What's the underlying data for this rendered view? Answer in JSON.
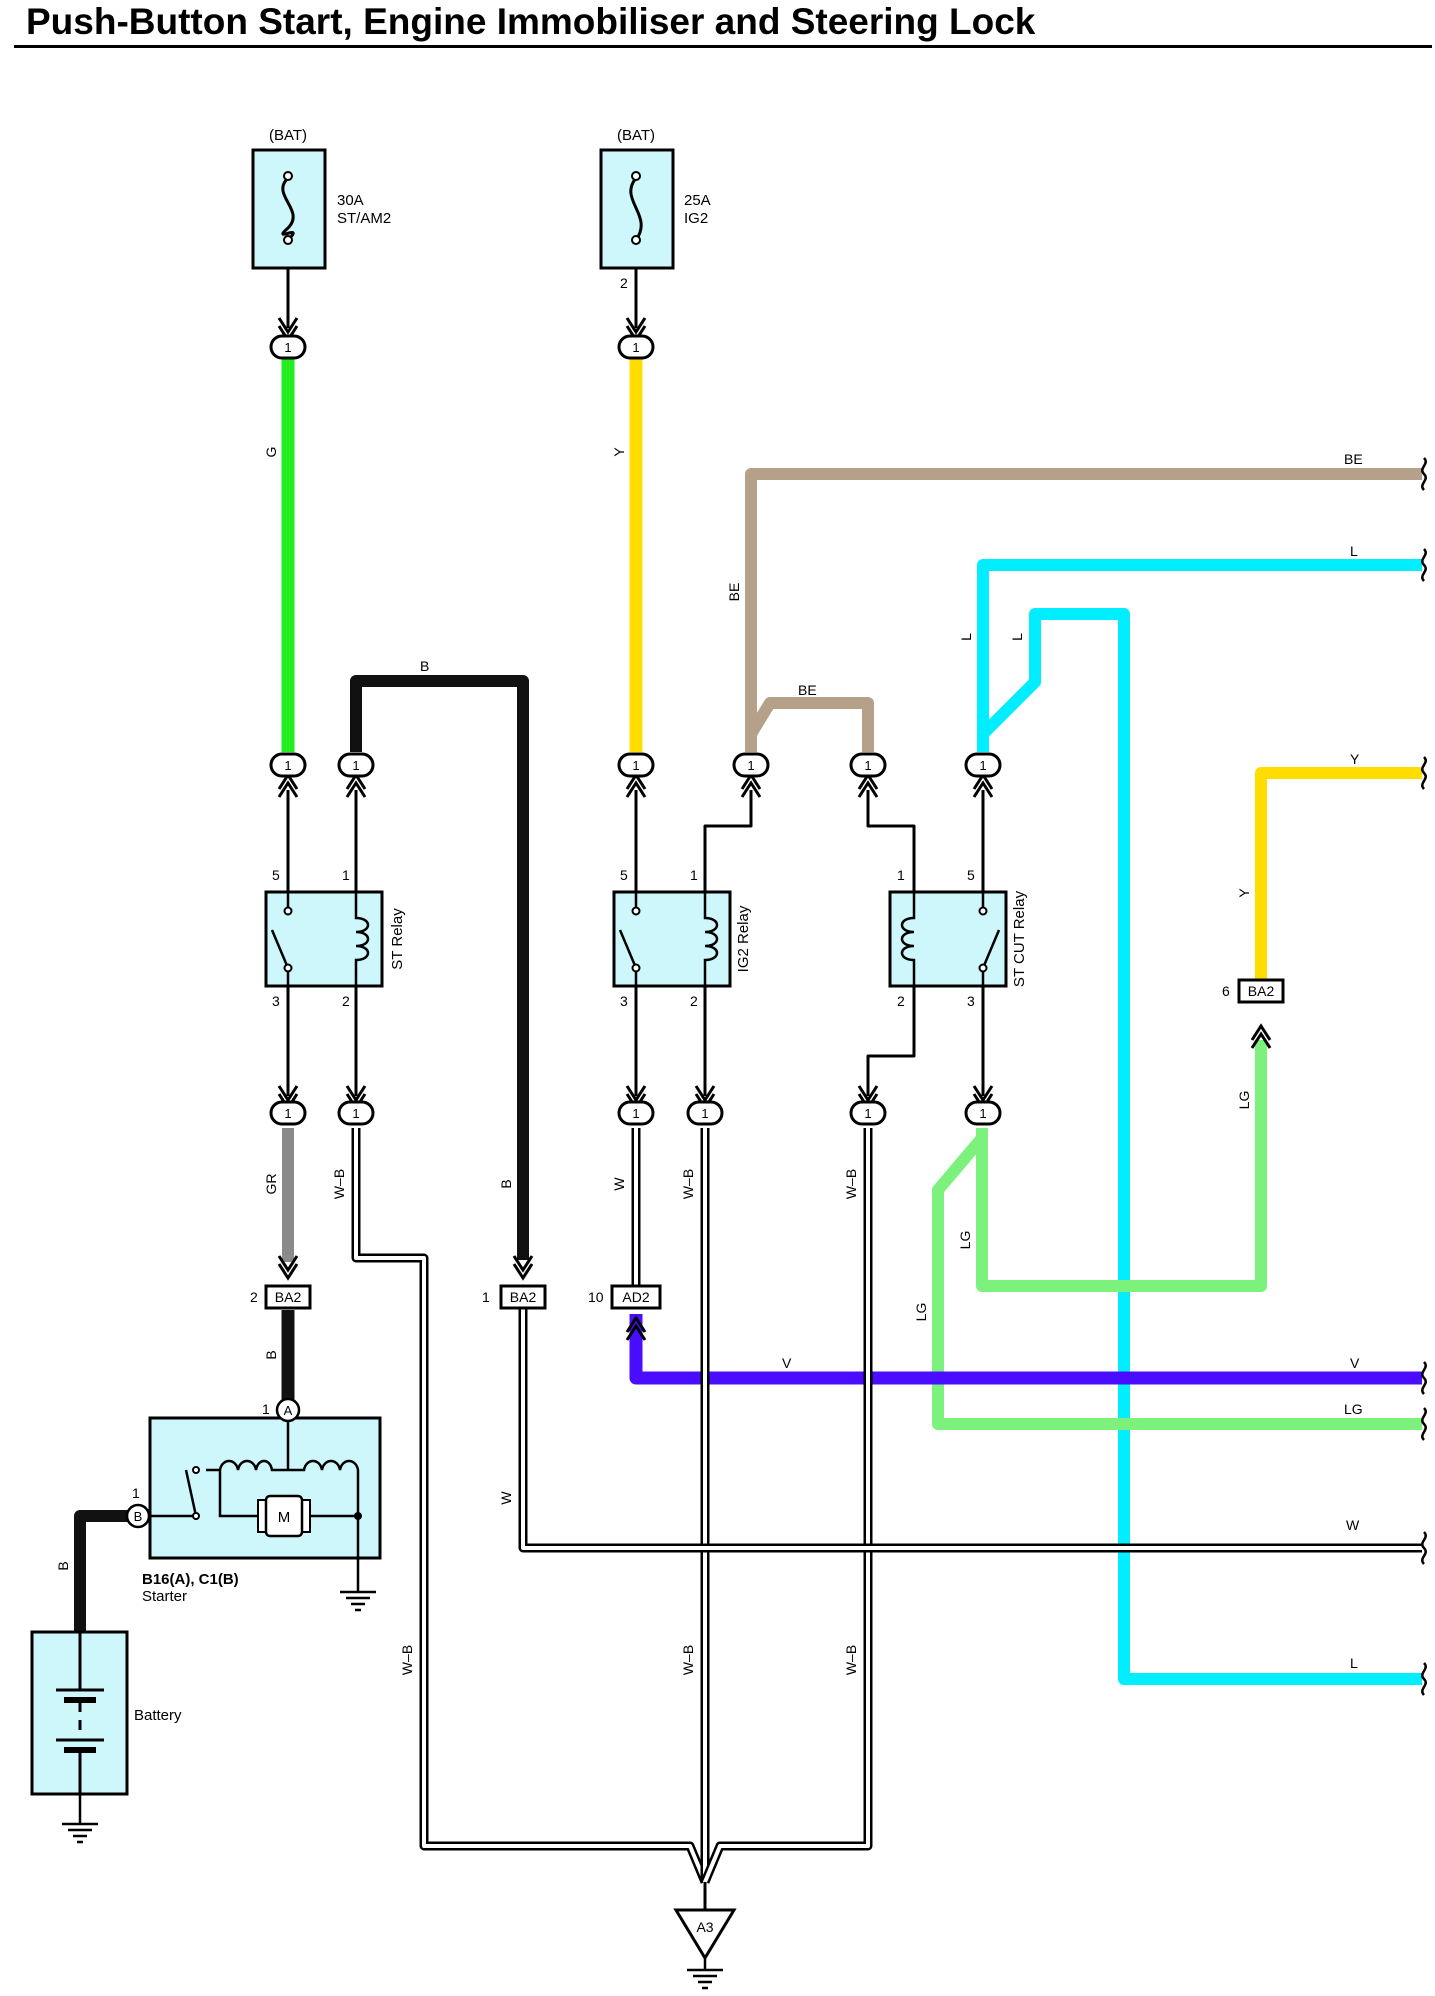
{
  "title": "Push-Button Start, Engine Immobiliser and Steering Lock",
  "colors": {
    "G": "#22ee22",
    "Y": "#ffdd00",
    "BE": "#b5a08a",
    "L": "#00eeff",
    "LG": "#7cf27c",
    "V": "#4a0dff",
    "GR": "#8a8a8a",
    "B": "#111111",
    "W": "#ffffff",
    "component_fill": "#cdf7fb"
  },
  "fuses": [
    {
      "source": "(BAT)",
      "rating": "30A",
      "name": "ST/AM2",
      "pin": ""
    },
    {
      "source": "(BAT)",
      "rating": "25A",
      "name": "IG2",
      "pin": "2"
    }
  ],
  "relays": [
    {
      "name": "ST Relay",
      "pins": {
        "top_left": "5",
        "top_right": "1",
        "bottom_left": "3",
        "bottom_right": "2"
      }
    },
    {
      "name": "IG2 Relay",
      "pins": {
        "top_left": "5",
        "top_right": "1",
        "bottom_left": "3",
        "bottom_right": "2"
      }
    },
    {
      "name": "ST CUT Relay",
      "pins": {
        "top_left": "1",
        "top_right": "5",
        "bottom_left": "2",
        "bottom_right": "3"
      }
    }
  ],
  "junction_pin": "1",
  "connectors": {
    "ba2_left": {
      "pin": "2",
      "name": "BA2"
    },
    "ba2_mid": {
      "pin": "1",
      "name": "BA2"
    },
    "ad2": {
      "pin": "10",
      "name": "AD2"
    },
    "ba2_right": {
      "pin": "6",
      "name": "BA2"
    }
  },
  "starter": {
    "label": "B16(A), C1(B)",
    "sublabel": "Starter",
    "terminal_a": "A",
    "terminal_b": "B",
    "pin_a": "1",
    "pin_b": "1",
    "motor": "M"
  },
  "battery": {
    "label": "Battery"
  },
  "ground_point": "A3",
  "wire_labels": {
    "g": "G",
    "y": "Y",
    "be_vertical": "BE",
    "be_top": "BE",
    "be_bridge": "BE",
    "l_top": "L",
    "l_vertical_1": "L",
    "l_vertical_2": "L",
    "l_bottom": "L",
    "y_right": "Y",
    "y_vertical": "Y",
    "b_top": "B",
    "gr": "GR",
    "wb_1": "W–B",
    "b_mid": "B",
    "w_ad2": "W",
    "wb_2": "W–B",
    "wb_3": "W–B",
    "lg_1": "LG",
    "lg_2": "LG",
    "lg_3": "LG",
    "lg_right": "LG",
    "v_mid": "V",
    "v_right": "V",
    "b_starter": "B",
    "b_battery": "B",
    "w_ba2": "W",
    "w_right": "W",
    "wb_low_1": "W–B",
    "wb_low_2": "W–B",
    "wb_low_3": "W–B"
  }
}
